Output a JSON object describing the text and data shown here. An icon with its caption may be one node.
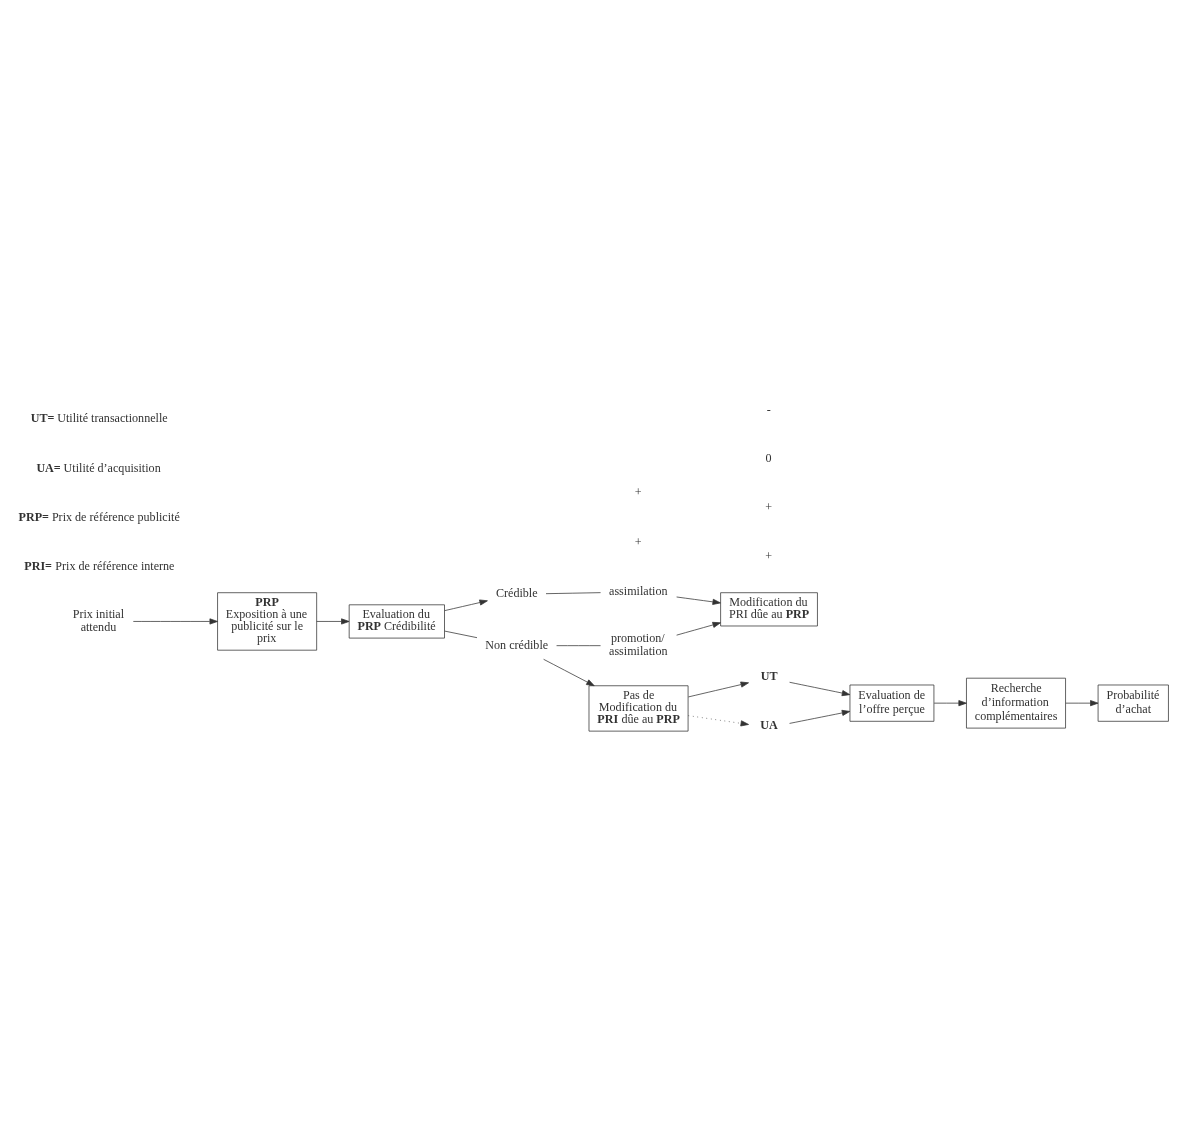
{
  "diagram": {
    "nodes": [
      {
        "text": [
          "Prix initial attendu"
        ]
      },
      {
        "text": [
          "PRP",
          "Exposition à une publicité sur le prix"
        ]
      },
      {
        "text": [
          "Evaluation du **PRP** Crédibilité"
        ]
      },
      {
        "text": [
          "Crédible"
        ]
      },
      {
        "text": [
          "Non crédible"
        ]
      },
      {
        "text": [
          "assimilation"
        ]
      },
      {
        "text": [
          "Modification du PRI dûe au **PRP**"
        ]
      },
      {
        "text": [
          "promotion/ assimilation"
        ]
      },
      {
        "text": [
          "Pas de Modification du **PRI** dûe au **PRP**"
        ]
      },
      {
        "text": [
          "UT"
        ]
      },
      {
        "text": [
          "UA"
        ]
      },
      {
        "text": [
          "Evaluation de l’offre perçue"
        ]
      },
      {
        "text": [
          "Recherche d’information complémentaires"
        ]
      },
      {
        "text": [
          "Probabilité d’achat"
        ]
      }
    ],
    "edges": [
      {
        "from": 0,
        "to": 1,
        "arrow": "to"
      },
      {
        "from": 1,
        "to": 2,
        "arrow": "to"
      },
      {
        "from": 2,
        "to": 3,
        "arrow": "to"
      },
      {
        "from": 2,
        "to": 4,
        "arrow": "none"
      },
      {
        "from": 3,
        "to": 5,
        "arrow": "none"
      },
      {
        "from": 5,
        "to": 6,
        "arrow": "to"
      },
      {
        "from": 4,
        "to": 7,
        "arrow": "none"
      },
      {
        "from": 7,
        "to": 6,
        "arrow": "to"
      },
      {
        "from": 4,
        "to": 8,
        "arrow": "to"
      },
      {
        "from": 8,
        "to": 9,
        "arrow": "to"
      },
      {
        "from": 8,
        "to": 10,
        "arrow": "to",
        "style": "dashed"
      },
      {
        "from": 10,
        "to": 11,
        "arrow": "to"
      },
      {
        "from": 9,
        "to": 11,
        "arrow": "to"
      },
      {
        "from": 11,
        "to": 12,
        "arrow": "to"
      },
      {
        "from": 12,
        "to": 13,
        "arrow": "to"
      }
    ],
    "labels": [
      "+",
      "+",
      "0",
      "-",
      "+",
      "+",
      "**PRI=** Prix de référence interne",
      "**PRP=** Prix de référence publicité",
      "**UA=** Utilité d’acquisition",
      "**UT=** Utilité transactionnelle"
    ]
  }
}
